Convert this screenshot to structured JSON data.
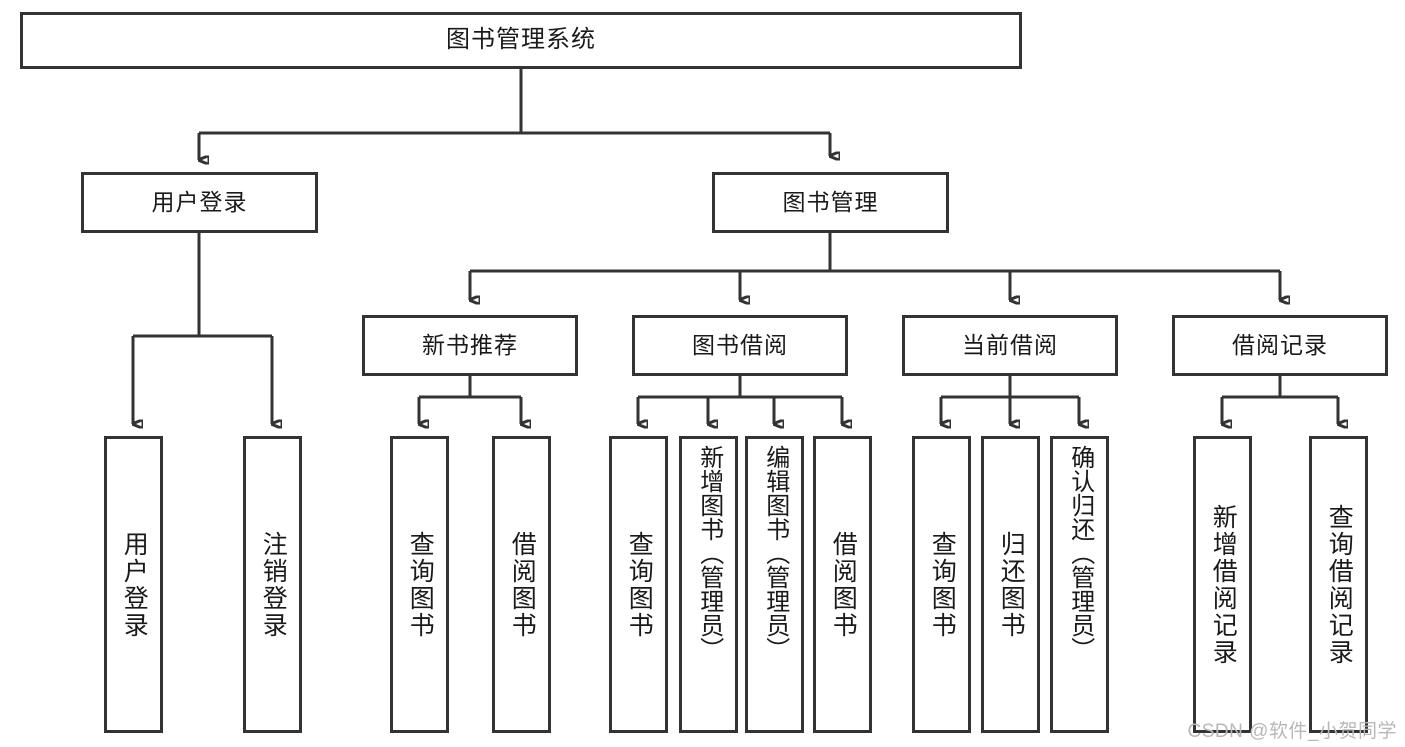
{
  "diagram": {
    "title": "图书管理系统",
    "type": "tree",
    "stroke_color": "#333333",
    "box_fill": "#ffffff",
    "text_color": "#1a1a1a",
    "watermark": "CSDN @软件_小贺同学"
  },
  "nodes": {
    "root": {
      "label": "图书管理系统"
    },
    "level2": [
      {
        "label": "用户登录"
      },
      {
        "label": "图书管理"
      }
    ],
    "level3": [
      {
        "label": "新书推荐"
      },
      {
        "label": "图书借阅"
      },
      {
        "label": "当前借阅"
      },
      {
        "label": "借阅记录"
      }
    ],
    "leaves": {
      "user_login": [
        {
          "label": "用户登录"
        },
        {
          "label": "注销登录"
        }
      ],
      "new_book_recommend": [
        {
          "label": "查询图书"
        },
        {
          "label": "借阅图书"
        }
      ],
      "book_borrow": [
        {
          "label": "查询图书"
        },
        {
          "label": "新增图书（管理员）"
        },
        {
          "label": "编辑图书（管理员）"
        },
        {
          "label": "借阅图书"
        }
      ],
      "current_borrow": [
        {
          "label": "查询图书"
        },
        {
          "label": "归还图书"
        },
        {
          "label": "确认归还（管理员）"
        }
      ],
      "borrow_record": [
        {
          "label": "新增借阅记录"
        },
        {
          "label": "查询借阅记录"
        }
      ]
    }
  },
  "chart_data": {
    "type": "tree",
    "title": "图书管理系统",
    "root": "图书管理系统",
    "edges": [
      [
        "图书管理系统",
        "用户登录"
      ],
      [
        "图书管理系统",
        "图书管理"
      ],
      [
        "用户登录",
        "用户登录"
      ],
      [
        "用户登录",
        "注销登录"
      ],
      [
        "图书管理",
        "新书推荐"
      ],
      [
        "图书管理",
        "图书借阅"
      ],
      [
        "图书管理",
        "当前借阅"
      ],
      [
        "图书管理",
        "借阅记录"
      ],
      [
        "新书推荐",
        "查询图书"
      ],
      [
        "新书推荐",
        "借阅图书"
      ],
      [
        "图书借阅",
        "查询图书"
      ],
      [
        "图书借阅",
        "新增图书（管理员）"
      ],
      [
        "图书借阅",
        "编辑图书（管理员）"
      ],
      [
        "图书借阅",
        "借阅图书"
      ],
      [
        "当前借阅",
        "查询图书"
      ],
      [
        "当前借阅",
        "归还图书"
      ],
      [
        "当前借阅",
        "确认归还（管理员）"
      ],
      [
        "借阅记录",
        "新增借阅记录"
      ],
      [
        "借阅记录",
        "查询借阅记录"
      ]
    ]
  }
}
